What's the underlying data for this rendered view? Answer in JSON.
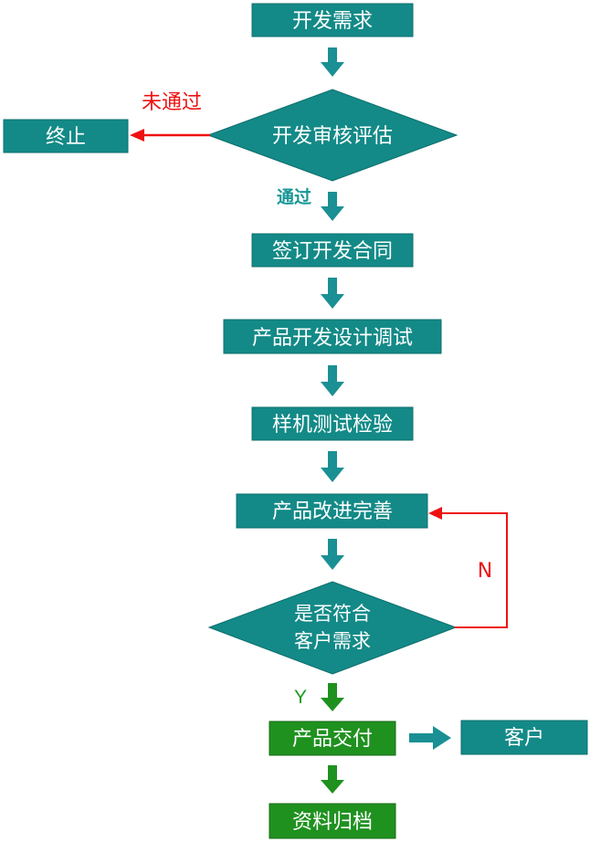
{
  "colors": {
    "teal": "#138a87",
    "teal_border": "#0d6e6c",
    "green": "#1f911f",
    "green_border": "#146914",
    "red": "#ee1111",
    "connector_teal": "#1a9094",
    "connector_green": "#1f911f"
  },
  "steps": {
    "dev_request": "开发需求",
    "dev_review": "开发审核评估",
    "terminate": "终止",
    "sign_contract": "签订开发合同",
    "product_design": "产品开发设计调试",
    "sample_test": "样机测试检验",
    "improve": "产品改进完善",
    "meets_need_line1": "是否符合",
    "meets_need_line2": "客户需求",
    "delivery": "产品交付",
    "customer": "客户",
    "archive": "资料归档"
  },
  "labels": {
    "not_passed": "未通过",
    "passed": "通过",
    "no": "N",
    "yes": "Y"
  }
}
